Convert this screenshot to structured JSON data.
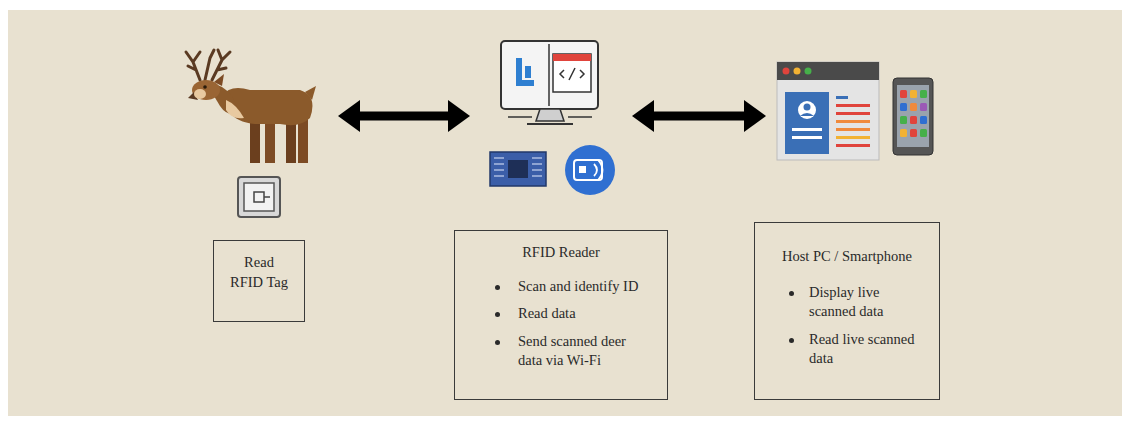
{
  "diagram": {
    "nodes": [
      {
        "text": [
          "Read RFID Tag"
        ]
      },
      {
        "text": [
          "RFID Reader",
          "Scan and identify ID",
          "Read data",
          "Send scanned deer data via Wi-Fi"
        ]
      },
      {
        "text": [
          "Host PC / Smartphone",
          "Display live scanned data",
          "Read live scanned data"
        ]
      }
    ]
  }
}
